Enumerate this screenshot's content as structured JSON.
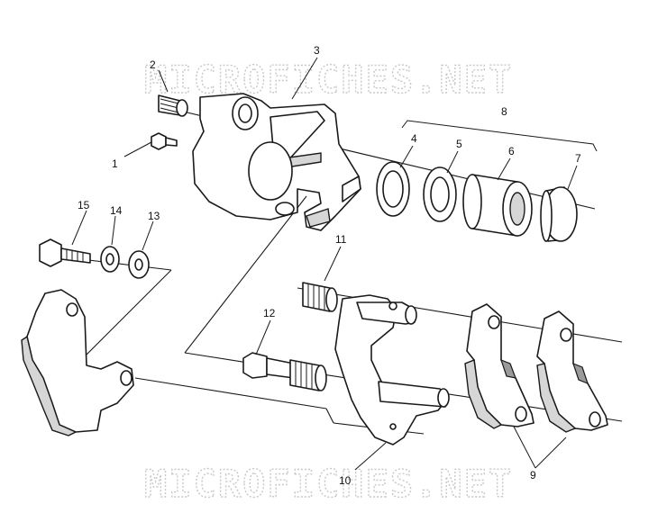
{
  "watermark": "MICROFICHES.NET",
  "callouts": {
    "c1": "1",
    "c2": "2",
    "c3": "3",
    "c4": "4",
    "c5": "5",
    "c6": "6",
    "c7": "7",
    "c8": "8",
    "c9": "9",
    "c10": "10",
    "c11": "11",
    "c12": "12",
    "c13": "13",
    "c14": "14",
    "c15": "15"
  },
  "colors": {
    "line": "#1a1a1a",
    "watermark": "#c8c8c8",
    "background": "#ffffff"
  }
}
